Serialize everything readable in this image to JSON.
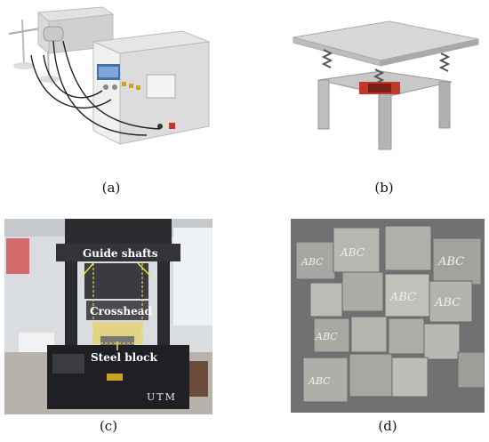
{
  "figure": {
    "captions": {
      "a": "(a)",
      "b": "(b)",
      "c": "(c)",
      "d": "(d)"
    },
    "panel_c": {
      "labels": {
        "guide_shafts": "Guide shafts",
        "crosshead": "Crosshead",
        "steel_block": "Steel block",
        "machine": "UTM"
      }
    },
    "panel_d": {
      "specimen_marks": [
        "ABC",
        "ABC",
        "ABC",
        "ABC",
        "ABC",
        "ABC",
        "ABC"
      ]
    }
  }
}
